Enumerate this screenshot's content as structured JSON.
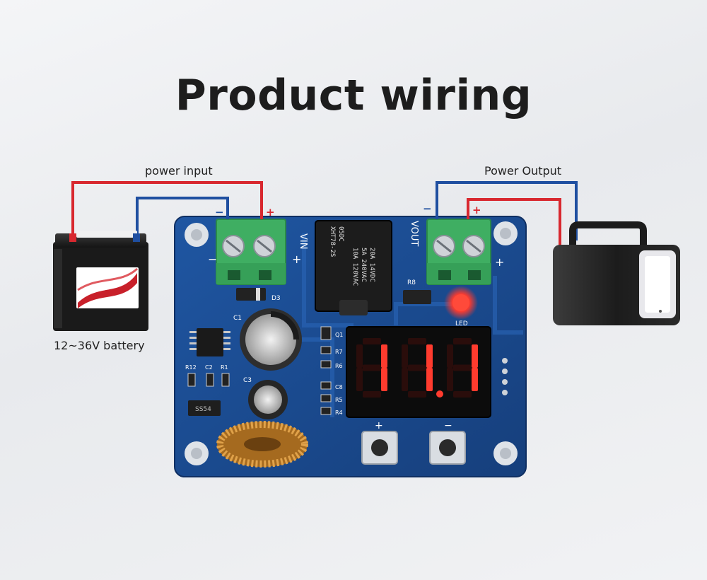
{
  "title": "Product wiring",
  "labels": {
    "power_input": "power input",
    "power_output": "Power Output",
    "battery": "12~36V battery"
  },
  "board": {
    "vin_label": "VIN",
    "vout_label": "VOUT",
    "relay_model": "XHT78-2S",
    "relay_voltage": "05DC",
    "relay_ratings": [
      "10A 120VAC",
      "5A 240VAC",
      "20A 14VDC"
    ],
    "display_digits": "11.1",
    "led_label": "LED",
    "component_labels": [
      "C1",
      "C2",
      "C3",
      "R1",
      "R12",
      "D3",
      "R8",
      "Q1",
      "R7",
      "R6",
      "R5",
      "R4",
      "C8"
    ],
    "ic_label": "SS54",
    "plus_sign": "+",
    "minus_sign": "−"
  },
  "colors": {
    "background": "#eceef0",
    "pcb_blue": "#1e4a8c",
    "terminal_green": "#3fae62",
    "wire_red": "#d8282f",
    "wire_blue": "#1f4fa0",
    "segment_red": "#ff3b2e"
  }
}
